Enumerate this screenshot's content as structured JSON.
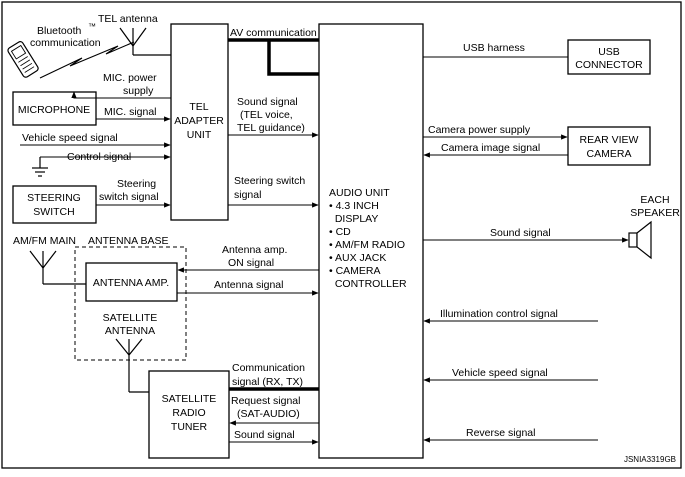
{
  "blocks": {
    "tel_adapter": [
      "TEL",
      "ADAPTER",
      "UNIT"
    ],
    "audio_unit": {
      "title": "AUDIO UNIT",
      "features": [
        "• 4.3 INCH",
        "  DISPLAY",
        "• CD",
        "• AM/FM RADIO",
        "• AUX JACK",
        "• CAMERA",
        "  CONTROLLER"
      ]
    },
    "usb_connector": [
      "USB",
      "CONNECTOR"
    ],
    "rear_view_camera": [
      "REAR VIEW",
      "CAMERA"
    ],
    "microphone": "MICROPHONE",
    "steering_switch": [
      "STEERING",
      "SWITCH"
    ],
    "antenna_amp": "ANTENNA AMP.",
    "satellite_radio_tuner": [
      "SATELLITE",
      "RADIO",
      "TUNER"
    ]
  },
  "labels": {
    "tel_antenna": "TEL antenna",
    "bluetooth": [
      "Bluetooth",
      "communication"
    ],
    "bluetooth_tm": "™",
    "each_speaker": [
      "EACH",
      "SPEAKER"
    ],
    "am_fm_main": "AM/FM MAIN",
    "antenna_base": "ANTENNA BASE",
    "satellite_antenna": [
      "SATELLITE",
      "ANTENNA"
    ],
    "figure_id": "JSNIA3319GB"
  },
  "signals": {
    "av_communication": "AV communication",
    "mic_power_supply": [
      "MIC. power",
      "supply"
    ],
    "mic_signal": "MIC. signal",
    "vehicle_speed_left": "Vehicle speed signal",
    "control_signal": "Control signal",
    "steering_switch_signal_left": [
      "Steering",
      "switch signal"
    ],
    "sound_signal_tel": [
      "Sound signal",
      "(TEL voice,",
      "TEL guidance)"
    ],
    "steering_switch_signal_right": [
      "Steering switch",
      "signal"
    ],
    "antenna_amp_on": [
      "Antenna amp.",
      "ON signal"
    ],
    "antenna_signal": "Antenna signal",
    "communication_rx_tx": [
      "Communication",
      "signal (RX, TX)"
    ],
    "request_signal": [
      "Request signal",
      "(SAT-AUDIO)"
    ],
    "sound_signal_tuner": "Sound signal",
    "usb_harness": "USB harness",
    "camera_power_supply": "Camera power supply",
    "camera_image_signal": "Camera image signal",
    "sound_signal_speaker": "Sound signal",
    "illumination_control": "Illumination control signal",
    "vehicle_speed_right": "Vehicle speed signal",
    "reverse_signal": "Reverse signal"
  }
}
